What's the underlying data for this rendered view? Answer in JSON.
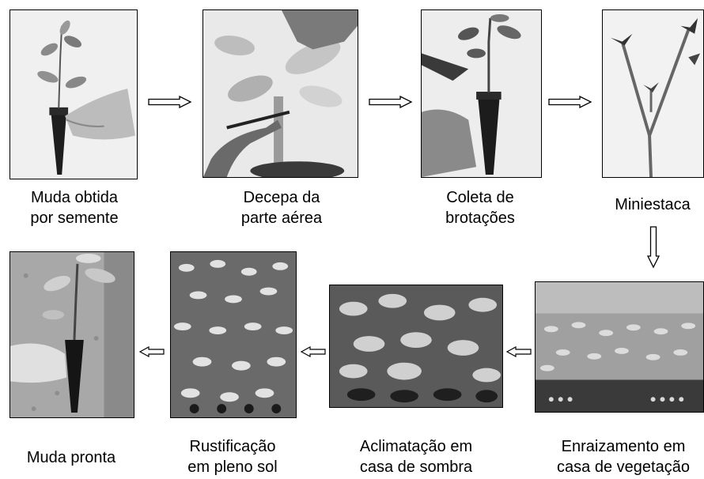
{
  "steps": [
    {
      "id": "seed",
      "lines": [
        "Muda obtida",
        "por semente"
      ]
    },
    {
      "id": "decepa",
      "lines": [
        "Decepa da",
        "parte aérea"
      ]
    },
    {
      "id": "coleta",
      "lines": [
        "Coleta de",
        "brotações"
      ]
    },
    {
      "id": "miniestaca",
      "lines": [
        "Miniestaca"
      ]
    },
    {
      "id": "enraizamento",
      "lines": [
        "Enraizamento em",
        "casa de vegetação"
      ]
    },
    {
      "id": "aclimatacao",
      "lines": [
        "Aclimatação em",
        "casa de sombra"
      ]
    },
    {
      "id": "rustificacao",
      "lines": [
        "Rustificação",
        "em pleno sol"
      ]
    },
    {
      "id": "pronta",
      "lines": [
        "Muda pronta"
      ]
    }
  ]
}
